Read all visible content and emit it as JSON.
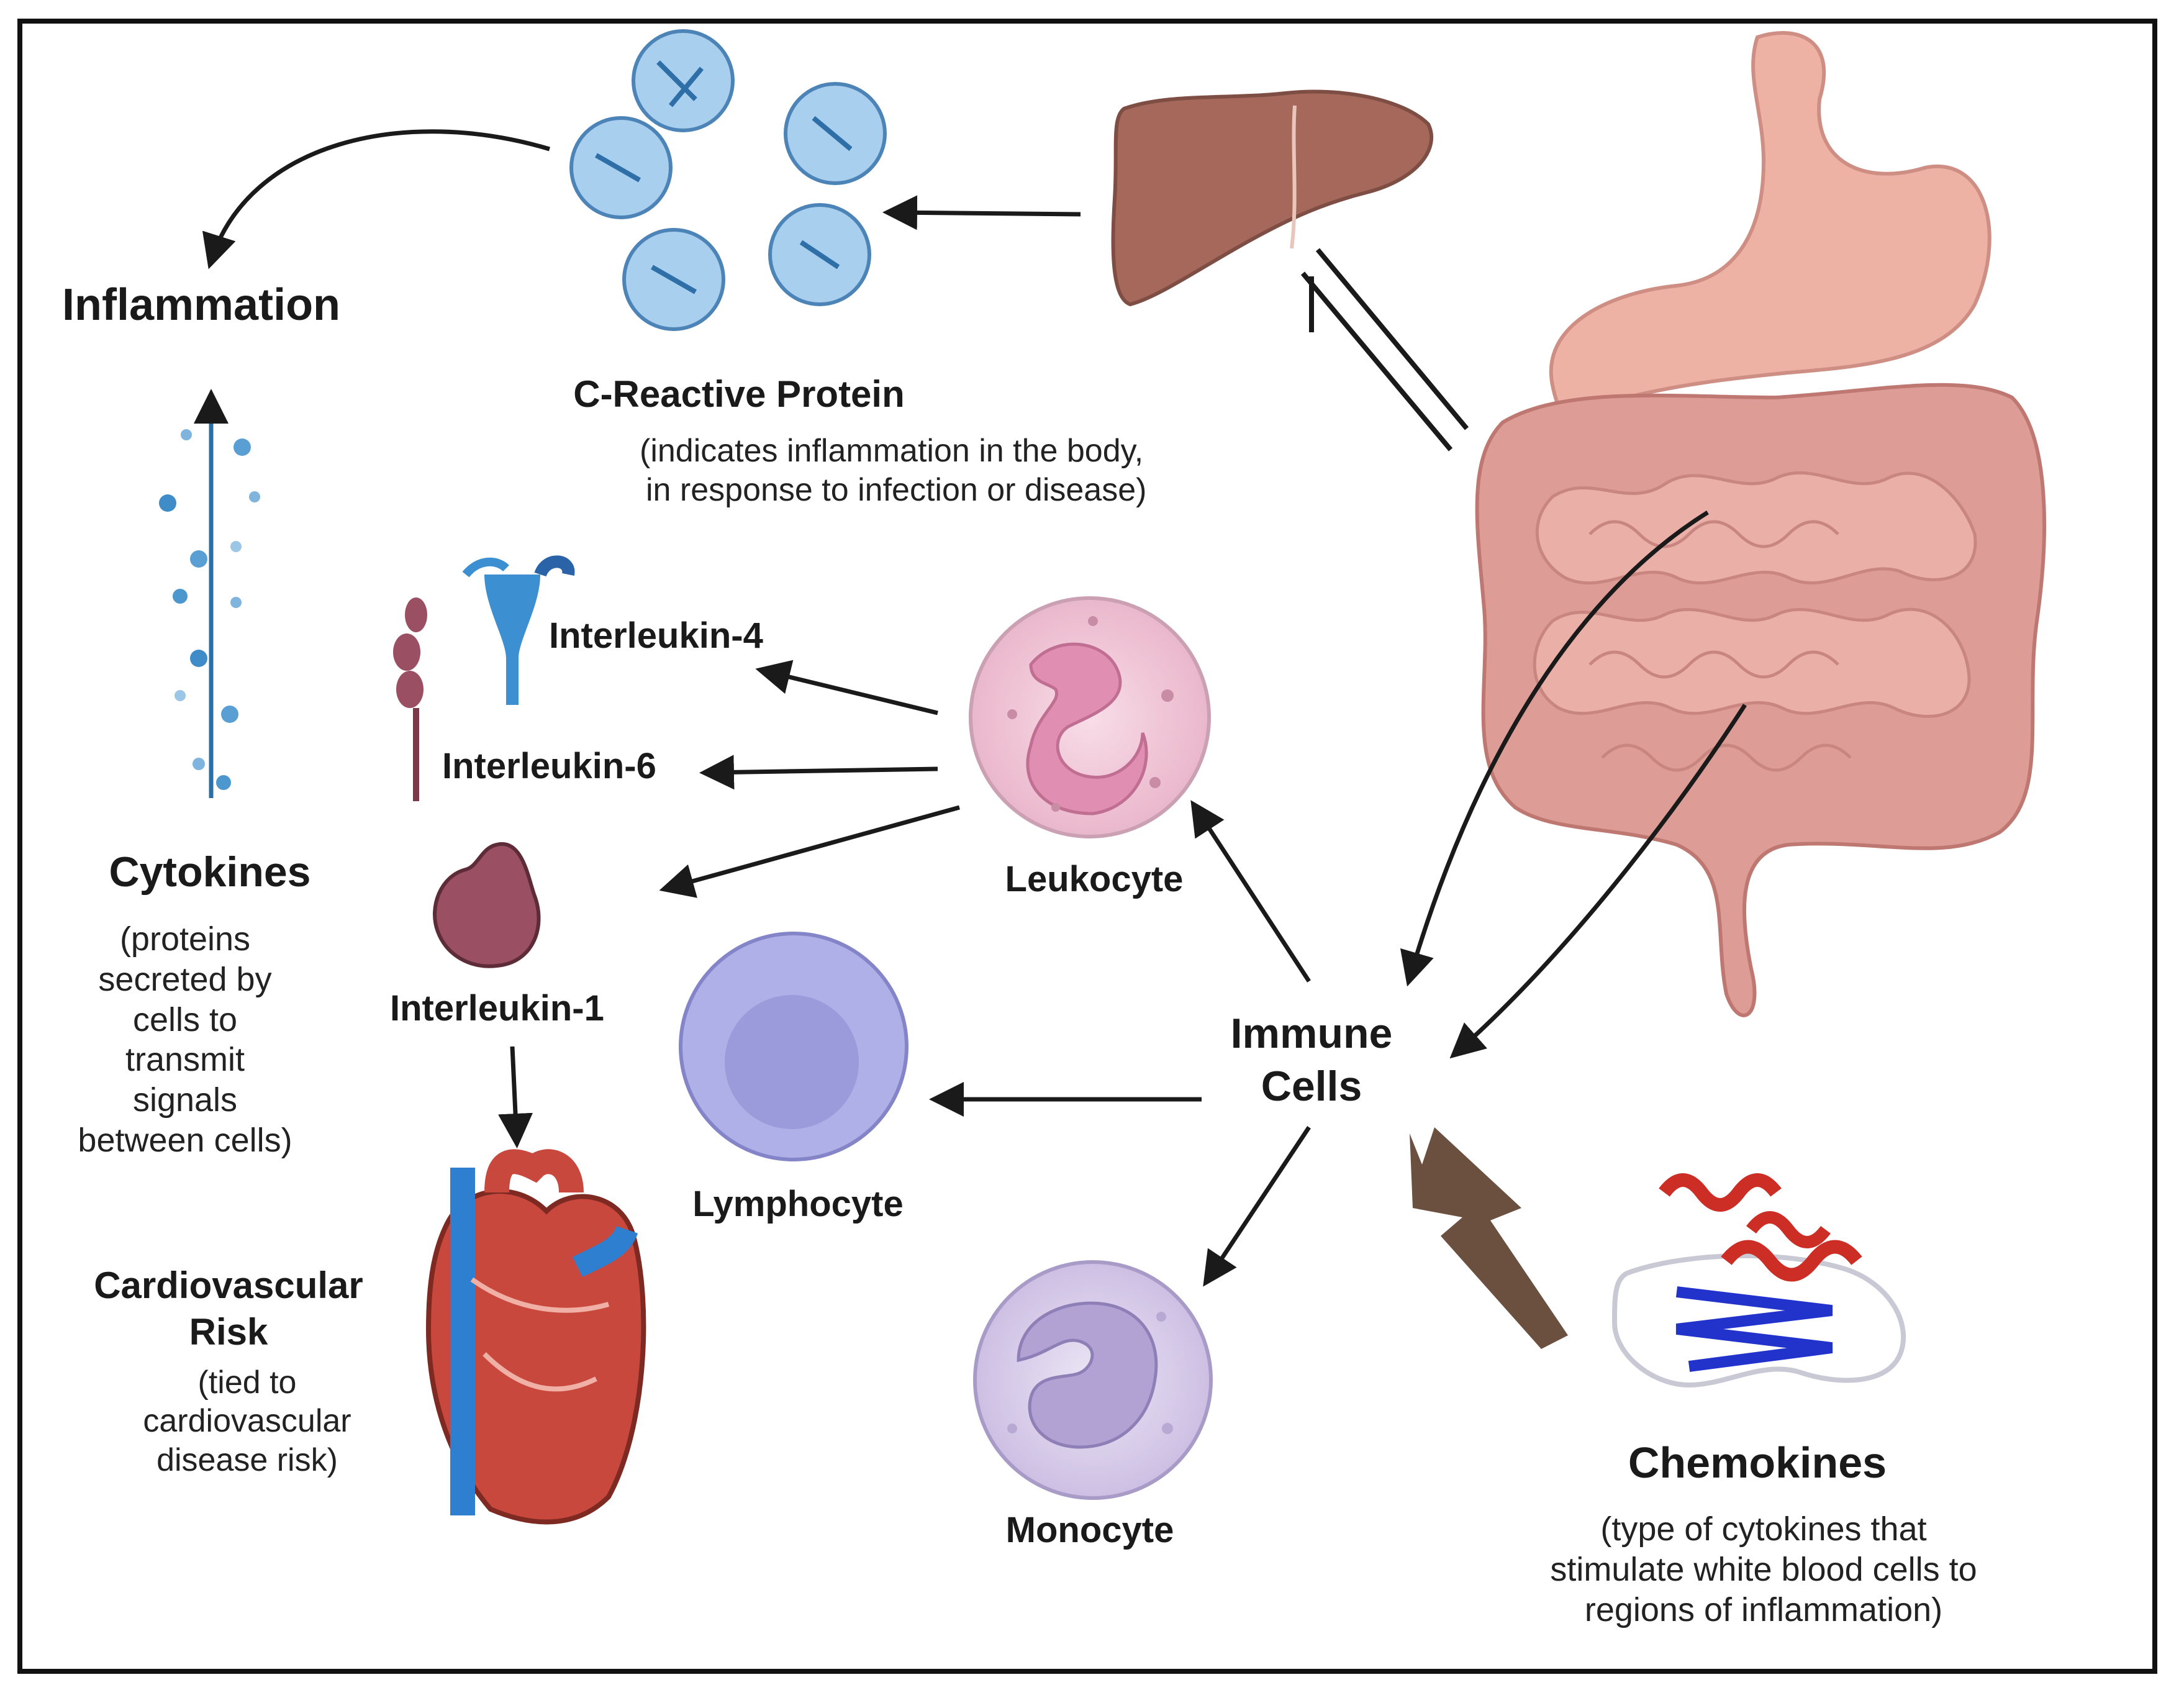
{
  "labels": {
    "inflammation": "Inflammation",
    "crp_title": "C-Reactive Protein",
    "crp_note_1": "(indicates inflammation in the body,",
    "crp_note_2": "in response to infection or disease)",
    "il4": "Interleukin-4",
    "il6": "Interleukin-6",
    "il1": "Interleukin-1",
    "cytokines_title": "Cytokines",
    "cytokines_note": [
      "(proteins",
      "secreted by",
      "cells to",
      "transmit",
      "signals",
      "between cells)"
    ],
    "cardio_title_1": "Cardiovascular",
    "cardio_title_2": "Risk",
    "cardio_note": [
      "(tied to",
      "cardiovascular",
      "disease risk)"
    ],
    "leukocyte": "Leukocyte",
    "lymphocyte": "Lymphocyte",
    "monocyte": "Monocyte",
    "immune_1": "Immune",
    "immune_2": "Cells",
    "chemokines_title": "Chemokines",
    "chemokines_note": [
      "(type of cytokines that",
      "stimulate white blood cells to",
      "regions of inflammation)"
    ]
  },
  "colors": {
    "liver": "#a6685a",
    "intestine": "#dd9c95",
    "stomach": "#eeb2a4",
    "protein": "#5a9fd4",
    "leukocyte": "#f1c9d9",
    "lymphocyte": "#b0b0e8",
    "monocyte": "#d6cde9",
    "il1": "#9a4f62",
    "il4": "#3c8fd0",
    "heart": "#c8483d",
    "vessel": "#2f7fd0",
    "chemokine_helix": "#cc2e26",
    "chemokine_sheet": "#2233cc",
    "lightning_arrow": "#6b5040"
  },
  "icons": [
    "crp-protein-icon",
    "liver-icon",
    "digestive-tract-icon",
    "cytokine-dots-icon",
    "interleukin-4-icon",
    "interleukin-6-icon",
    "interleukin-1-icon",
    "heart-icon",
    "leukocyte-icon",
    "lymphocyte-icon",
    "monocyte-icon",
    "chemokine-protein-icon"
  ]
}
